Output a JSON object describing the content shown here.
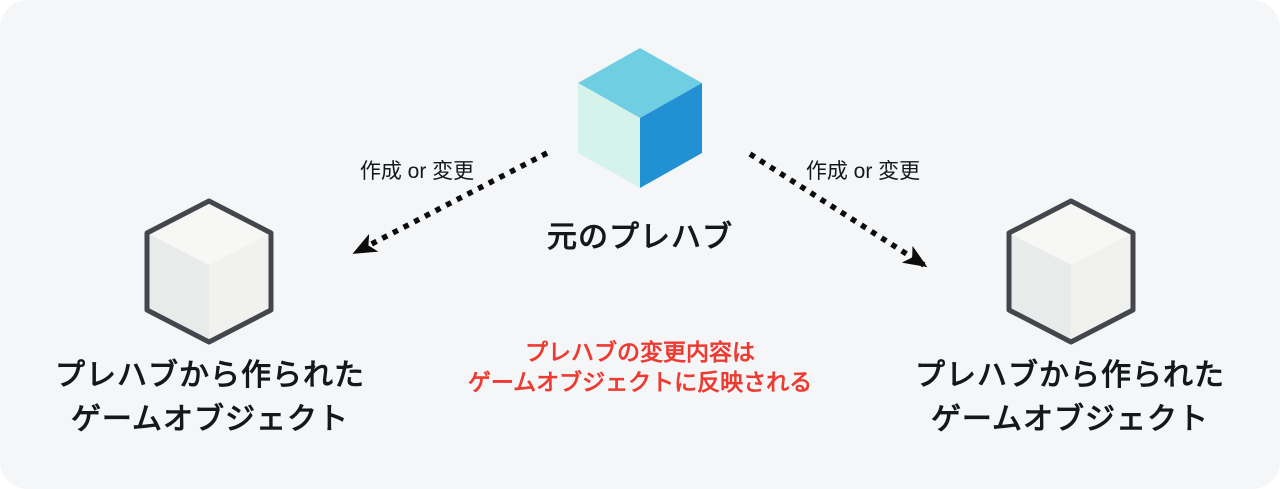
{
  "diagram": {
    "background_color": "#f5f6f8",
    "prefab_title": "元のプレハブ",
    "arrow_left_label": "作成 or 変更",
    "arrow_right_label": "作成 or 変更",
    "note": {
      "line1": "プレハブの変更内容は",
      "line2": "ゲームオブジェクトに反映される",
      "color": "#ed3b31"
    },
    "left_object_label": {
      "line1": "プレハブから作られた",
      "line2": "ゲームオブジェクト"
    },
    "right_object_label": {
      "line1": "プレハブから作られた",
      "line2": "ゲームオブジェクト"
    },
    "colors": {
      "prefab_cube_top": "#70cee2",
      "prefab_cube_left": "#d6f3eb",
      "prefab_cube_right": "#2191d3",
      "gameobject_cube_top": "#f7f7f6",
      "gameobject_cube_left": "#e9eaea",
      "gameobject_cube_right": "#f1f1f0",
      "gameobject_cube_outline": "#43474d",
      "arrow": "#0c0c0c",
      "text": "#15171a"
    }
  }
}
